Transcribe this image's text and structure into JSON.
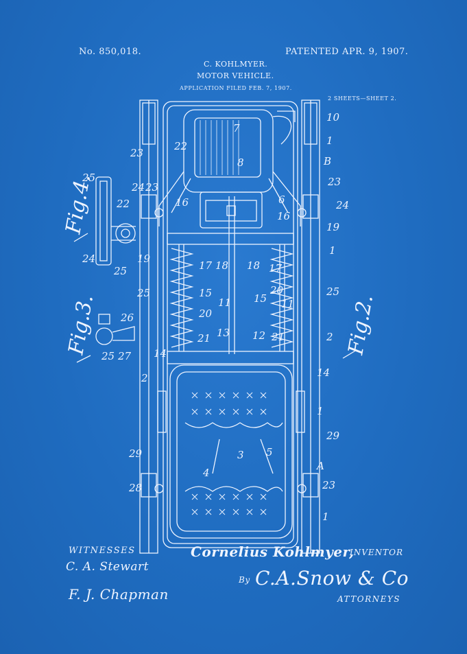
{
  "header": {
    "patent_no": "No. 850,018.",
    "patented": "PATENTED APR. 9, 1907.",
    "inventor_name": "C. KOHLMYER.",
    "title": "MOTOR VEHICLE.",
    "filed": "APPLICATION FILED FEB. 7, 1907.",
    "sheets": "2 SHEETS—SHEET 2."
  },
  "figures": {
    "fig2": "Fig.2.",
    "fig3": "Fig.3.",
    "fig4": "Fig.4."
  },
  "reference_numerals": {
    "n1": "1",
    "n2": "2",
    "n3": "3",
    "n4": "4",
    "n5": "5",
    "n6": "6",
    "n7": "7",
    "n8": "8",
    "n10": "10",
    "n11": "11",
    "n12": "12",
    "n13": "13",
    "n14": "14",
    "n15": "15",
    "n16": "16",
    "n17": "17",
    "n18": "18",
    "n19": "19",
    "n20": "20",
    "n21": "21",
    "n22": "22",
    "n23": "23",
    "n24": "24",
    "n25": "25",
    "n26": "26",
    "n27": "27",
    "n28": "28",
    "n29": "29",
    "letter_a": "A",
    "letter_b": "B"
  },
  "footer": {
    "witnesses_label": "WITNESSES",
    "witness1": "C. A. Stewart",
    "witness2": "F. J. Chapman",
    "inventor_signature": "Cornelius Kohlmyer,",
    "inventor_label": "INVENTOR",
    "by_label": "By",
    "attorney_signature": "C.A.Snow & Co",
    "attorneys_label": "ATTORNEYS"
  },
  "colors": {
    "background": "#1f6cc0",
    "ink": "#eef4ff"
  }
}
